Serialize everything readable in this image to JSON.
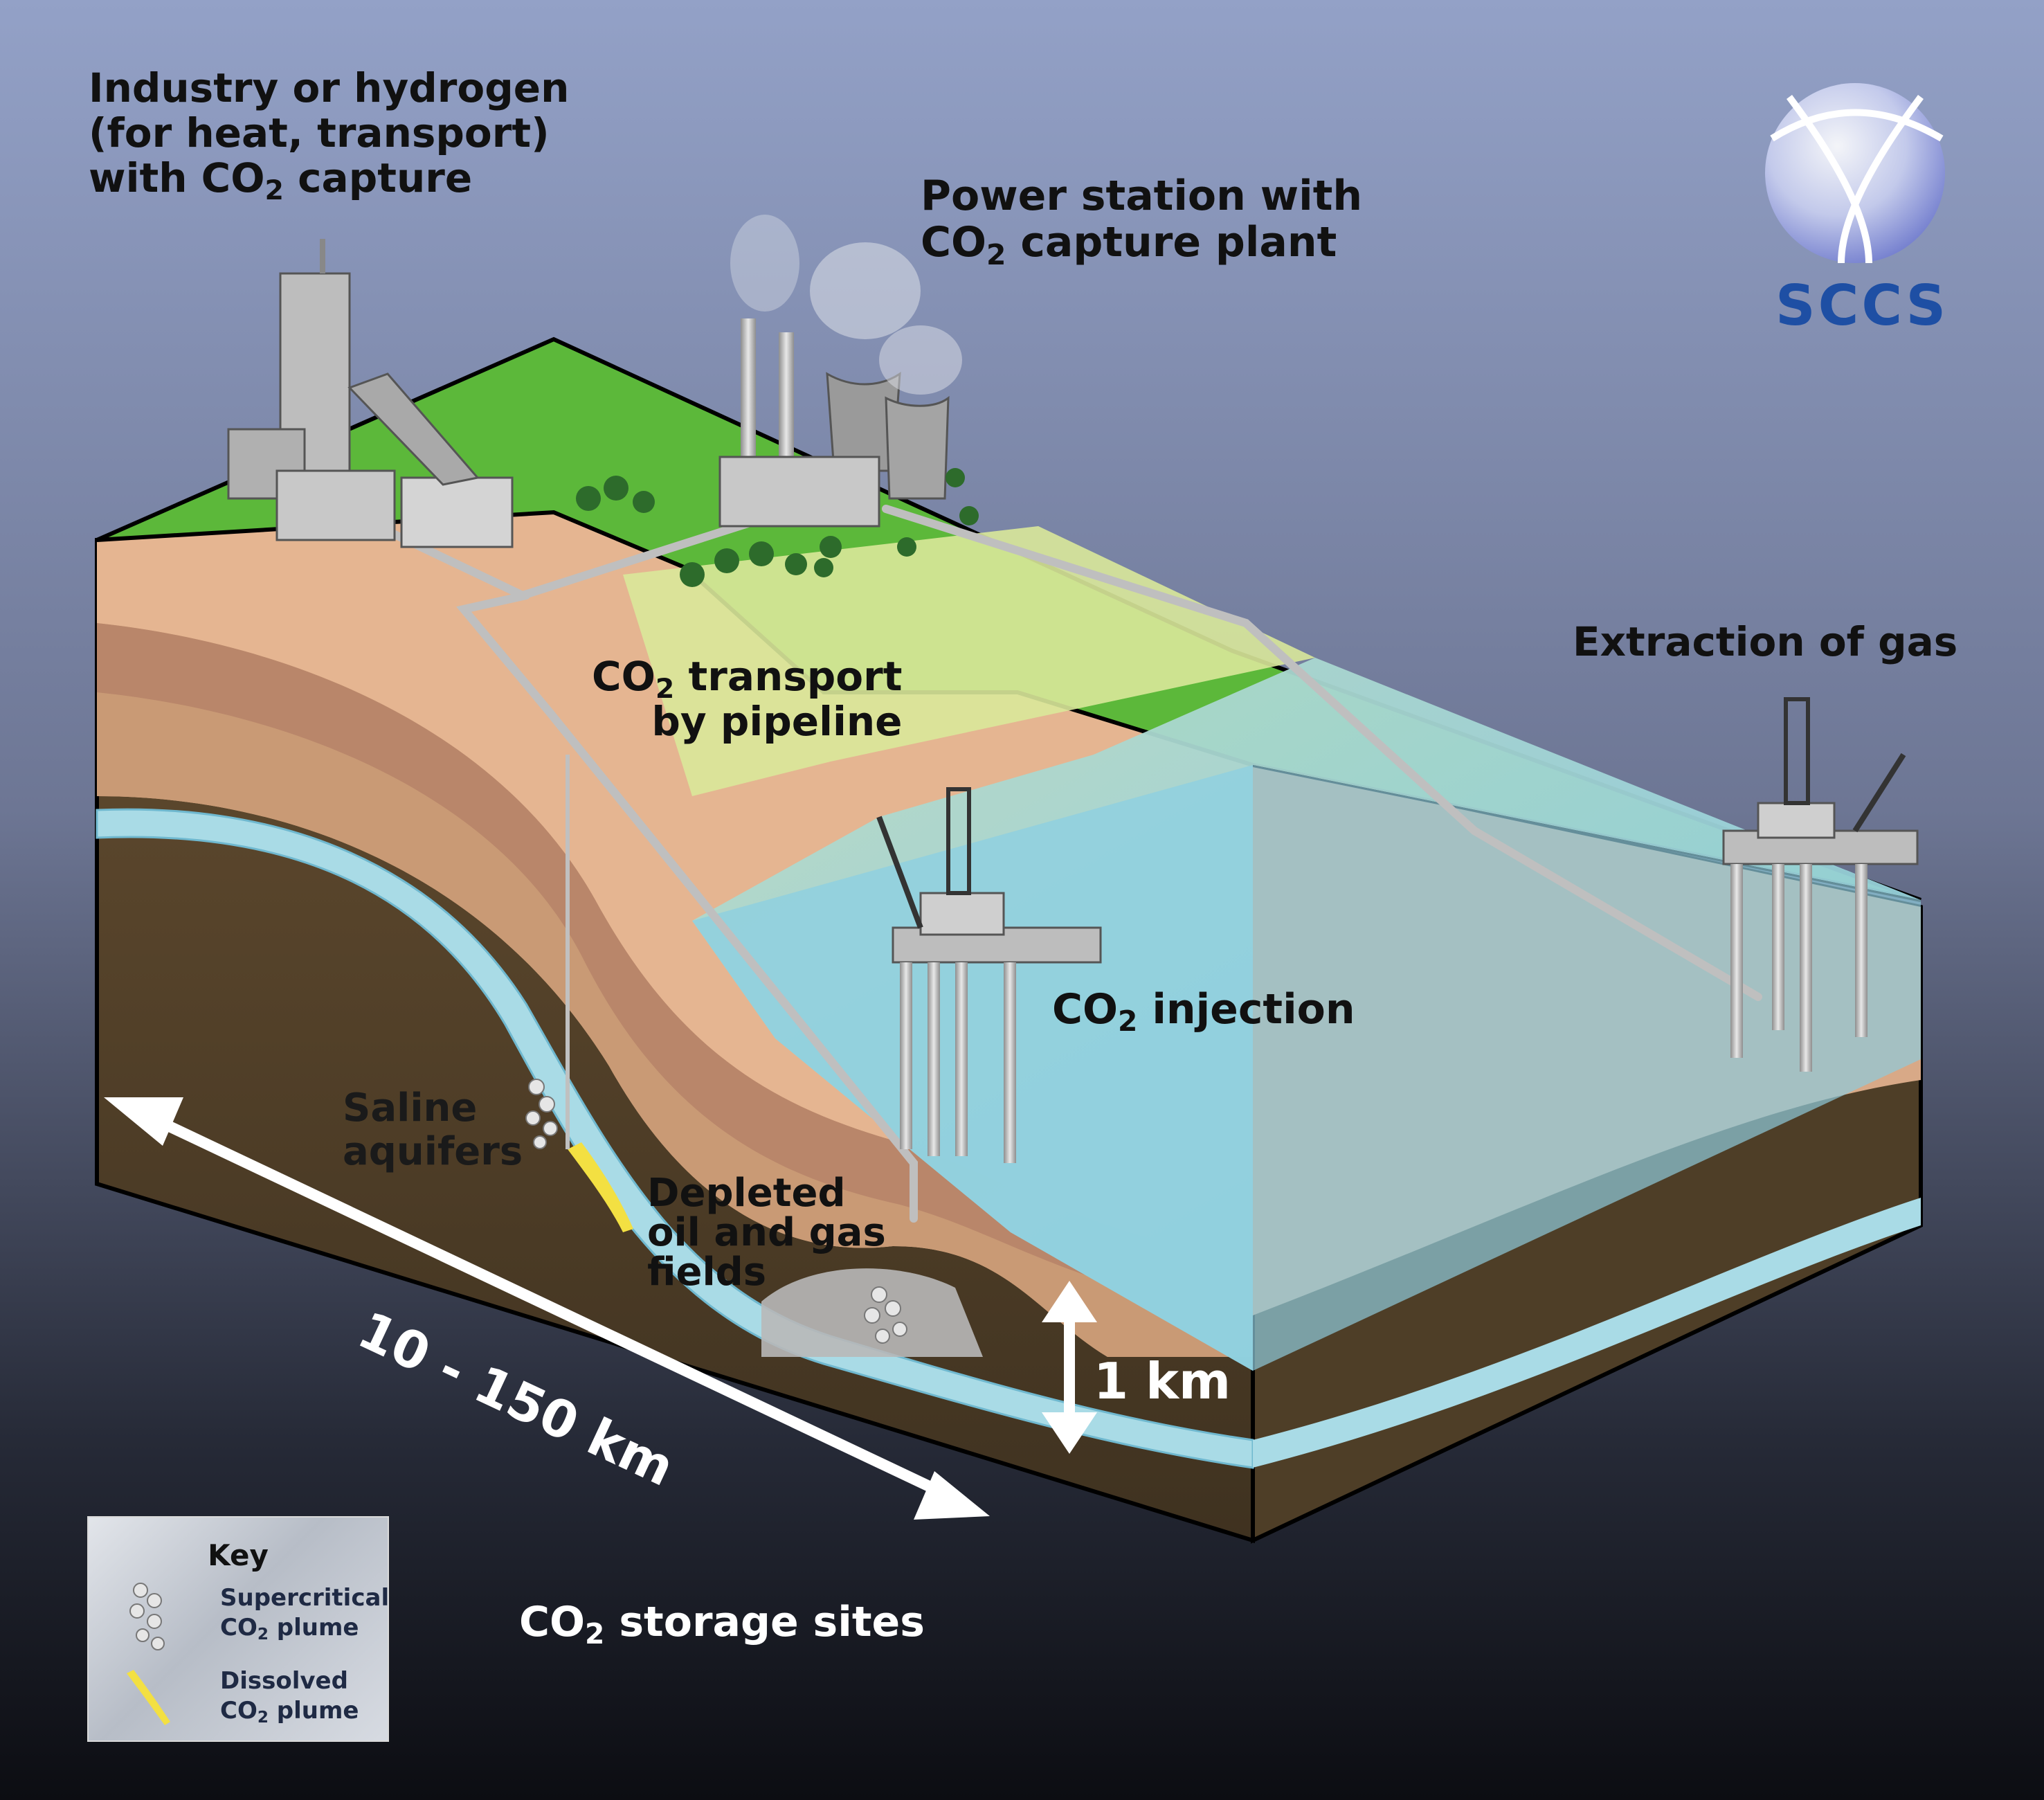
{
  "labels": {
    "industry": {
      "line1": "Industry or hydrogen",
      "line2": "(for heat, transport)",
      "line3_pre": "with CO",
      "line3_sub": "2",
      "line3_post": " capture"
    },
    "power": {
      "line1": "Power station with",
      "line2_pre": "CO",
      "line2_sub": "2",
      "line2_post": " capture plant"
    },
    "extraction": "Extraction of gas",
    "transport": {
      "line1_pre": "CO",
      "line1_sub": "2",
      "line1_post": " transport",
      "line2": "by pipeline"
    },
    "injection": {
      "pre": "CO",
      "sub": "2",
      "post": " injection"
    },
    "saline": {
      "line1": "Saline",
      "line2": "aquifers"
    },
    "depleted": {
      "line1": "Depleted",
      "line2": "oil and gas",
      "line3": "fields"
    },
    "distance": "10 - 150 km",
    "depth": "1 km",
    "storage": {
      "pre": "CO",
      "sub": "2",
      "post": " storage sites"
    }
  },
  "key": {
    "title": "Key",
    "item1": {
      "line1": "Supercritical",
      "line2_pre": "CO",
      "line2_sub": "2",
      "line2_post": " plume"
    },
    "item2": {
      "line1": "Dissolved",
      "line2_pre": "CO",
      "line2_sub": "2",
      "line2_post": " plume"
    }
  },
  "logo": {
    "text": "SCCS"
  },
  "colors": {
    "sky_top": "#93a1c7",
    "grass": "#5cb83a",
    "sea": "#8fd0df",
    "soil_light": "#e5b591",
    "rock_dark": "#56432a",
    "aquifer": "#a9dbe6",
    "logo": "#1e4fa4"
  }
}
